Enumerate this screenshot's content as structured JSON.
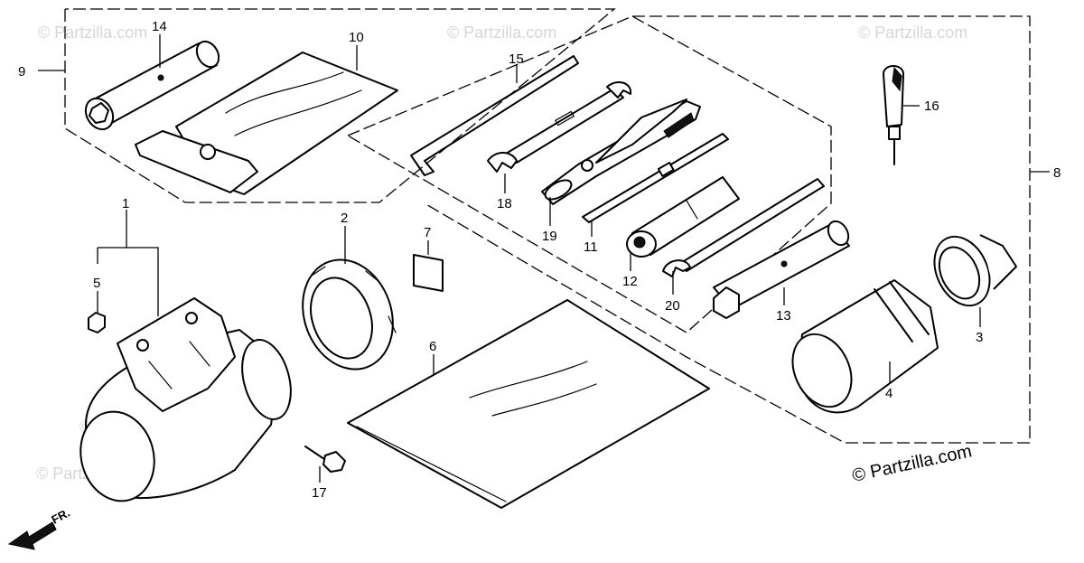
{
  "watermark": "© Partzilla.com",
  "copyright": "© Partzilla.com",
  "front_marker": "FR.",
  "callouts": {
    "p1": "1",
    "p2": "2",
    "p3": "3",
    "p4": "4",
    "p5": "5",
    "p6": "6",
    "p7": "7",
    "p8": "8",
    "p9": "9",
    "p10": "10",
    "p11": "11",
    "p12": "12",
    "p13": "13",
    "p14": "14",
    "p15": "15",
    "p16": "16",
    "p17": "17",
    "p18": "18",
    "p19": "19",
    "p20": "20"
  }
}
